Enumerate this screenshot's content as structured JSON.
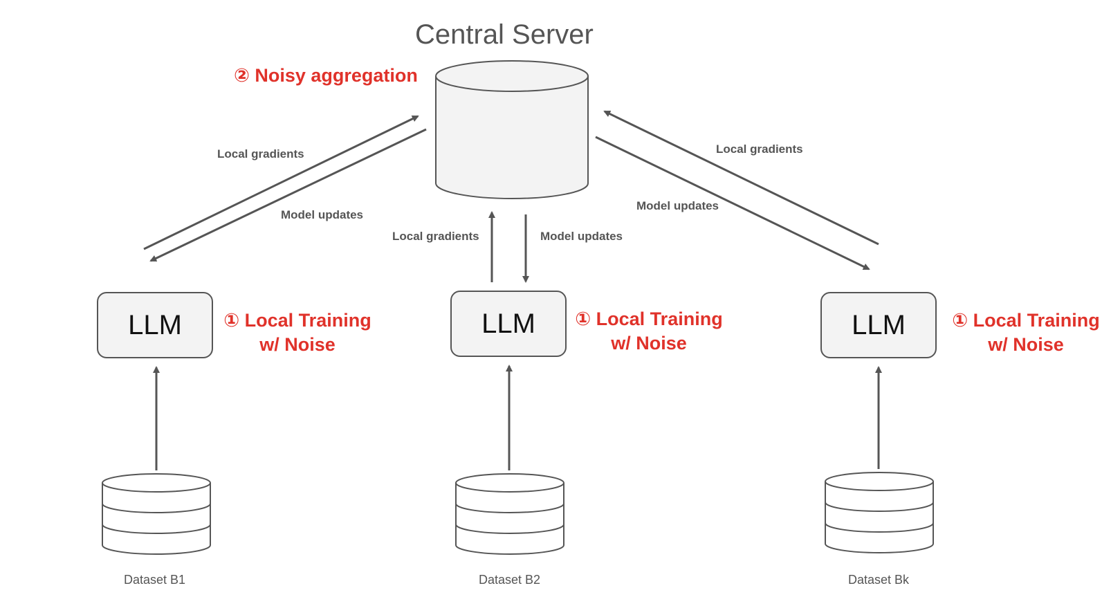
{
  "server": {
    "title": "Central Server",
    "step": "② Noisy aggregation"
  },
  "links": {
    "left": {
      "up": "Local gradients",
      "down": "Model updates"
    },
    "middle": {
      "up": "Local gradients",
      "down": "Model updates"
    },
    "right": {
      "up": "Local gradients",
      "down": "Model updates"
    }
  },
  "clients": [
    {
      "model": "LLM",
      "step_line1": "① Local Training",
      "step_line2": "w/ Noise",
      "dataset": "Dataset B1"
    },
    {
      "model": "LLM",
      "step_line1": "① Local Training",
      "step_line2": "w/ Noise",
      "dataset": "Dataset B2"
    },
    {
      "model": "LLM",
      "step_line1": "① Local Training",
      "step_line2": "w/ Noise",
      "dataset": "Dataset Bk"
    }
  ],
  "colors": {
    "accent": "#e0322a",
    "stroke": "#555555",
    "fill": "#f3f3f3"
  }
}
